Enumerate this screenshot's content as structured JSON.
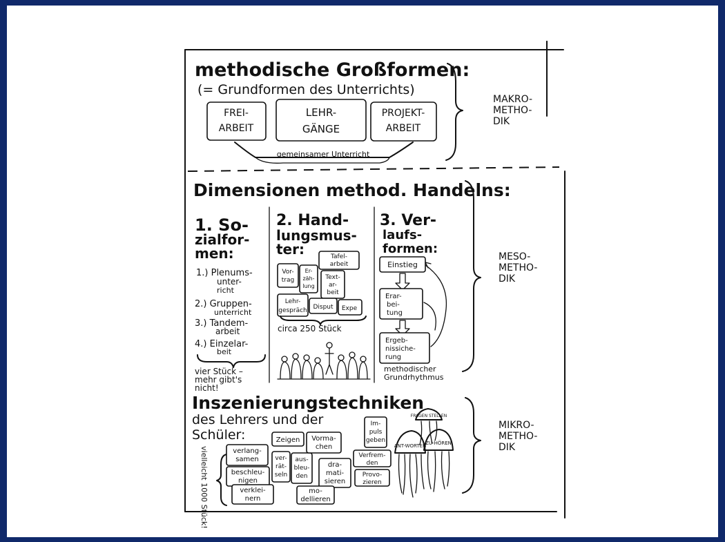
{
  "makro": {
    "title": "methodische Großformen:",
    "subtitle": "(= Grundformen des Unterrichts)",
    "boxes": [
      {
        "line1": "FREI-",
        "line2": "ARBEIT"
      },
      {
        "line1": "LEHR-",
        "line2": "GÄNGE"
      },
      {
        "line1": "PROJEKT-",
        "line2": "ARBEIT"
      }
    ],
    "banner": "gemeinsamer Unterricht",
    "side_label": [
      "MAKRO-",
      "METHO-",
      "DIK"
    ]
  },
  "meso": {
    "title": "Dimensionen method. Handelns:",
    "col1": {
      "heading": [
        "1. So-",
        "zialfor-",
        "men:"
      ],
      "items": [
        [
          "1.) Plenums-",
          "unter-",
          "richt"
        ],
        [
          "2.) Gruppen-",
          "unterricht"
        ],
        [
          "3.) Tandem-",
          "arbeit"
        ],
        [
          "4.) Einzelar-",
          "beit"
        ]
      ],
      "note": [
        "vier Stück –",
        "mehr gibt's",
        "nicht!"
      ]
    },
    "col2": {
      "heading": [
        "2. Hand-",
        "lungsmus-",
        "ter:"
      ],
      "cards": [
        [
          "Tafel-",
          "arbeit"
        ],
        [
          "Vor-",
          "trag"
        ],
        [
          "Er-",
          "zäh-",
          "lung"
        ],
        [
          "Text-",
          "ar-",
          "beit"
        ],
        [
          "Lehr-",
          "gespräch"
        ],
        [
          "Disput"
        ],
        [
          "Expe"
        ]
      ],
      "note": "circa 250 Stück"
    },
    "col3": {
      "heading": [
        "3. Ver-",
        "laufs-",
        "formen:"
      ],
      "steps": [
        [
          "Einstieg"
        ],
        [
          "Erar-",
          "bei-",
          "tung"
        ],
        [
          "Ergeb-",
          "nissiche-",
          "rung"
        ]
      ],
      "note": [
        "methodischer",
        "Grundrhythmus"
      ]
    },
    "side_label": [
      "MESO-",
      "METHO-",
      "DIK"
    ]
  },
  "mikro": {
    "title": "Inszenierungstechniken",
    "subtitle": [
      "des Lehrers und der",
      "Schüler:"
    ],
    "vertical_note": "vielleicht 1000 Stück!",
    "cards": [
      [
        "verlang-",
        "samen"
      ],
      [
        "beschleu-",
        "nigen"
      ],
      [
        "verklei-",
        "nern"
      ],
      [
        "ver-",
        "rät-",
        "seln"
      ],
      [
        "aus-",
        "bleu-",
        "den"
      ],
      [
        "Zeigen"
      ],
      [
        "Vorma-",
        "chen"
      ],
      [
        "dra-",
        "mati-",
        "sieren"
      ],
      [
        "mo-",
        "dellieren"
      ],
      [
        "Im-",
        "puls",
        "geben"
      ],
      [
        "Verfrem-",
        "den"
      ],
      [
        "Provo-",
        "zieren"
      ]
    ],
    "jellyfish": [
      "ANT-WORTEN",
      "FRAGEN STELLEN",
      "ZU-HÖREN"
    ],
    "side_label": [
      "MIKRO-",
      "METHO-",
      "DIK"
    ]
  }
}
